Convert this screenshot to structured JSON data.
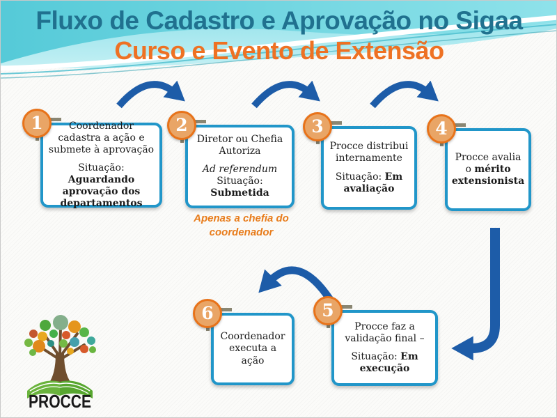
{
  "slide": {
    "title": "Fluxo de Cadastro e Aprovação no Sigaa",
    "subtitle": "Curso e Evento de Extensão"
  },
  "steps": [
    {
      "number": "1",
      "line1": "Coordenador cadastra a ação e submete à aprovação",
      "status_label": "Situação: ",
      "status_value": "Aguardando aprovação dos departamentos"
    },
    {
      "number": "2",
      "line1": "Diretor ou Chefia Autoriza",
      "line2": "Ad referendum",
      "status_label": "Situação: ",
      "status_value": "Submetida",
      "note": "Apenas a chefia do coordenador"
    },
    {
      "number": "3",
      "line1": "Procce distribui internamente",
      "status_label": "Situação: ",
      "status_value": "Em avaliação"
    },
    {
      "number": "4",
      "line1": "Procce avalia o ",
      "line1_bold": "mérito extensionista"
    },
    {
      "number": "5",
      "line1": "Procce faz a validação final –",
      "status_label": "Situação: ",
      "status_value": "Em execução"
    },
    {
      "number": "6",
      "line1": "Coordenador executa a ação"
    }
  ],
  "logo": {
    "text": "PROCCE"
  },
  "colors": {
    "title": "#20718F",
    "subtitle": "#EE7123",
    "box_border": "#2196C9",
    "circle_fill": "#E9A566",
    "circle_border": "#E8731A",
    "arrow": "#1D5CA8",
    "note": "#E87C1B",
    "wave_teal": "#5BCCD9"
  }
}
